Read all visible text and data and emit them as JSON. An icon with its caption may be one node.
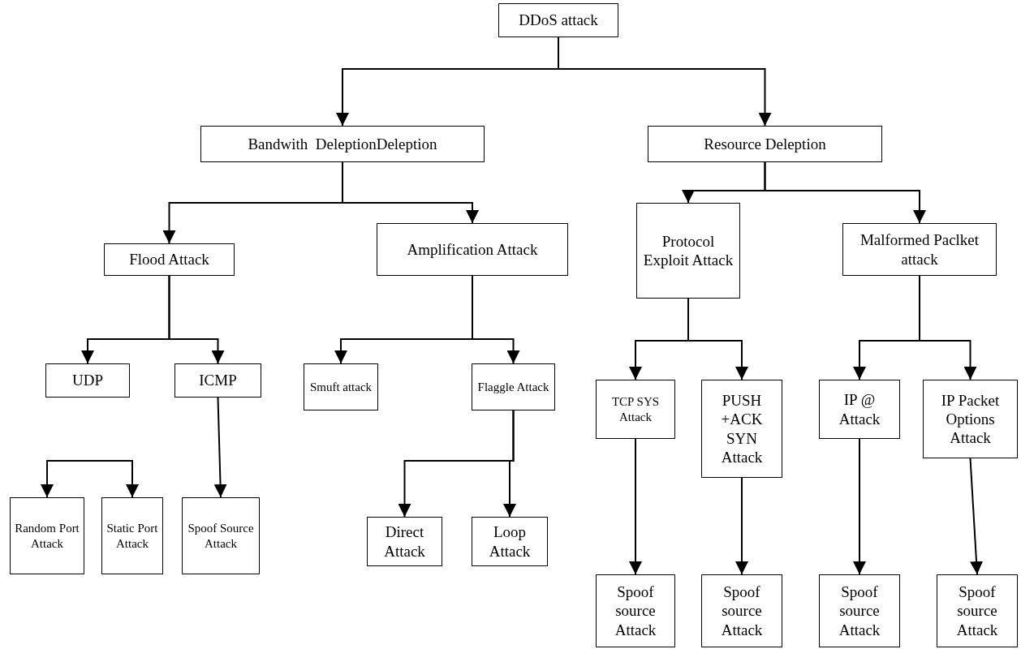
{
  "diagram": {
    "nodes": [
      {
        "text": [
          "DDoS attack"
        ]
      },
      {
        "text": [
          "Bandwith  DeleptionDeleption"
        ]
      },
      {
        "text": [
          "Resource Deleption"
        ]
      },
      {
        "text": [
          "Flood Attack"
        ]
      },
      {
        "text": [
          "Amplification Attack"
        ]
      },
      {
        "text": [
          "Protocol Exploit Attack"
        ]
      },
      {
        "text": [
          "Malformed Paclket attack"
        ]
      },
      {
        "text": [
          "UDP"
        ]
      },
      {
        "text": [
          "ICMP"
        ]
      },
      {
        "text": [
          "Smuft attack"
        ]
      },
      {
        "text": [
          "Flaggle Attack"
        ]
      },
      {
        "text": [
          "TCP SYS Attack"
        ]
      },
      {
        "text": [
          "PUSH +ACK SYN Attack"
        ]
      },
      {
        "text": [
          "IP @ Attack"
        ]
      },
      {
        "text": [
          "IP Packet Options Attack"
        ]
      },
      {
        "text": [
          "Random Port Attack"
        ]
      },
      {
        "text": [
          "Static Port Attack"
        ]
      },
      {
        "text": [
          "Spoof Source Attack"
        ]
      },
      {
        "text": [
          "Direct Attack"
        ]
      },
      {
        "text": [
          "Loop Attack"
        ]
      },
      {
        "text": [
          "Spoof source Attack"
        ]
      },
      {
        "text": [
          "Spoof source Attack"
        ]
      },
      {
        "text": [
          "Spoof source Attack"
        ]
      },
      {
        "text": [
          "Spoof source Attack"
        ]
      }
    ],
    "edges": [
      {
        "from": 0,
        "to": 1,
        "arrow": "to"
      },
      {
        "from": 0,
        "to": 2,
        "arrow": "to"
      },
      {
        "from": 1,
        "to": 3,
        "arrow": "to"
      },
      {
        "from": 1,
        "to": 4,
        "arrow": "to"
      },
      {
        "from": 2,
        "to": 5,
        "arrow": "to"
      },
      {
        "from": 2,
        "to": 6,
        "arrow": "to"
      },
      {
        "from": 3,
        "to": 7,
        "arrow": "to"
      },
      {
        "from": 3,
        "to": 8,
        "arrow": "to"
      },
      {
        "from": 4,
        "to": 9,
        "arrow": "to"
      },
      {
        "from": 4,
        "to": 10,
        "arrow": "to"
      },
      {
        "from": 5,
        "to": 11,
        "arrow": "to"
      },
      {
        "from": 5,
        "to": 12,
        "arrow": "to"
      },
      {
        "from": 6,
        "to": 13,
        "arrow": "to"
      },
      {
        "from": 6,
        "to": 14,
        "arrow": "to"
      },
      {
        "from": null,
        "to": 15,
        "arrow": "to"
      },
      {
        "from": null,
        "to": 16,
        "arrow": "to"
      },
      {
        "from": 8,
        "to": 17,
        "arrow": "to"
      },
      {
        "from": 10,
        "to": 18,
        "arrow": "to"
      },
      {
        "from": 10,
        "to": 19,
        "arrow": "to"
      },
      {
        "from": 11,
        "to": 20,
        "arrow": "to"
      },
      {
        "from": 12,
        "to": 21,
        "arrow": "to"
      },
      {
        "from": 13,
        "to": 22,
        "arrow": "to"
      },
      {
        "from": 14,
        "to": 23,
        "arrow": "to"
      }
    ]
  }
}
